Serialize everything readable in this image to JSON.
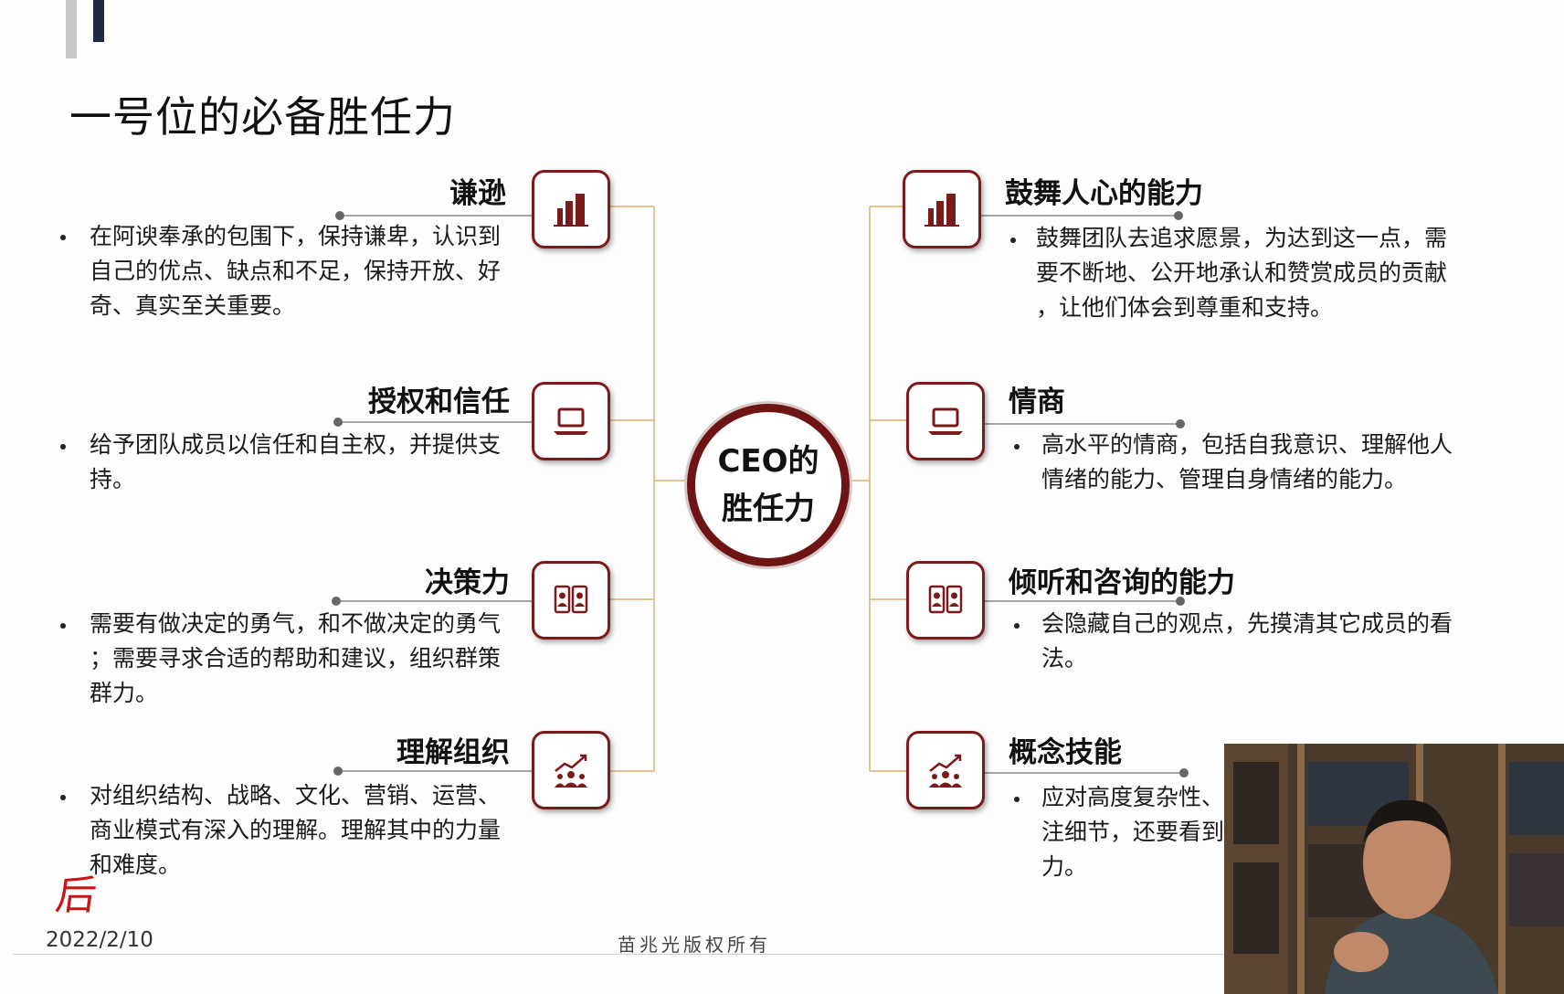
{
  "slide": {
    "title": "一号位的必备胜任力",
    "center_label_line1": "CEO的",
    "center_label_line2": "胜任力",
    "footer_date": "2022/2/10",
    "footer_copyright": "苗兆光版权所有",
    "accent_color": "#6e1414",
    "connector_color": "#e0b070"
  },
  "left_items": [
    {
      "heading": "谦逊",
      "icon": "building-chart-icon",
      "line1": "在阿谀奉承的包围下，保持谦卑，认识到",
      "line2": "自己的优点、缺点和不足，保持开放、好",
      "line3": "奇、真实至关重要。"
    },
    {
      "heading": "授权和信任",
      "icon": "laptop-icon",
      "line1": "给予团队成员以信任和自主权，并提供支",
      "line2": "持。",
      "line3": ""
    },
    {
      "heading": "决策力",
      "icon": "people-cards-icon",
      "line1": "需要有做决定的勇气，和不做决定的勇气",
      "line2": "；需要寻求合适的帮助和建议，组织群策",
      "line3": "群力。"
    },
    {
      "heading": "理解组织",
      "icon": "team-growth-icon",
      "line1": "对组织结构、战略、文化、营销、运营、",
      "line2": "商业模式有深入的理解。理解其中的力量",
      "line3": "和难度。"
    }
  ],
  "right_items": [
    {
      "heading": "鼓舞人心的能力",
      "icon": "building-chart-icon",
      "line1": "鼓舞团队去追求愿景，为达到这一点，需",
      "line2": "要不断地、公开地承认和赞赏成员的贡献",
      "line3": "，让他们体会到尊重和支持。"
    },
    {
      "heading": "情商",
      "icon": "laptop-icon",
      "line1": "高水平的情商，包括自我意识、理解他人",
      "line2": "情绪的能力、管理自身情绪的能力。",
      "line3": ""
    },
    {
      "heading": "倾听和咨询的能力",
      "icon": "people-cards-icon",
      "line1": "会隐藏自己的观点，先摸清其它成员的看",
      "line2": "法。",
      "line3": ""
    },
    {
      "heading": "概念技能",
      "icon": "team-growth-icon",
      "line1": "应对高度复杂性、",
      "line2": "注细节，还要看到",
      "line3": "力。"
    }
  ]
}
